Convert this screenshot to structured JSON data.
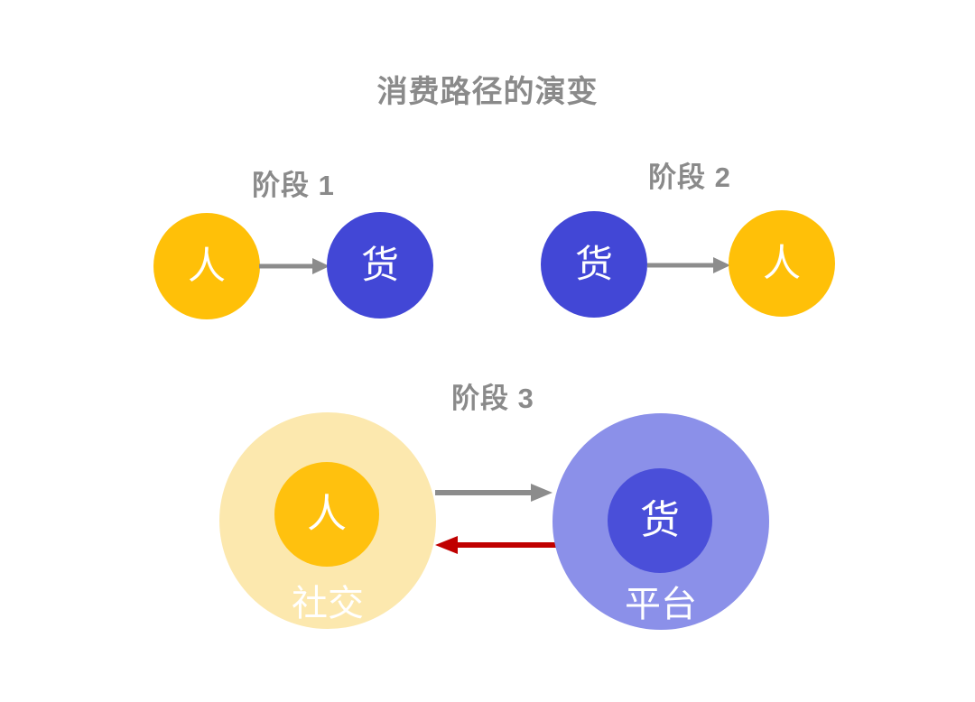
{
  "title": "消费路径的演变",
  "colors": {
    "heading_gray": "#8A8A8A",
    "arrow_gray": "#8C8C8C",
    "person_yellow": "#FFC008",
    "goods_blue": "#4247D6",
    "social_pale_yellow": "#FCE8AE",
    "platform_pale_purple": "#8B90E9",
    "inner_person_yellow": "#FFC10E",
    "inner_goods_blue": "#4A4FD9",
    "feedback_red": "#C00000"
  },
  "stages": {
    "stage1": {
      "label": "阶段 1",
      "left_node": "人",
      "right_node": "货"
    },
    "stage2": {
      "label": "阶段 2",
      "left_node": "货",
      "right_node": "人"
    },
    "stage3": {
      "label": "阶段 3",
      "left_outer_label": "社交",
      "left_inner_node": "人",
      "right_outer_label": "平台",
      "right_inner_node": "货"
    }
  }
}
